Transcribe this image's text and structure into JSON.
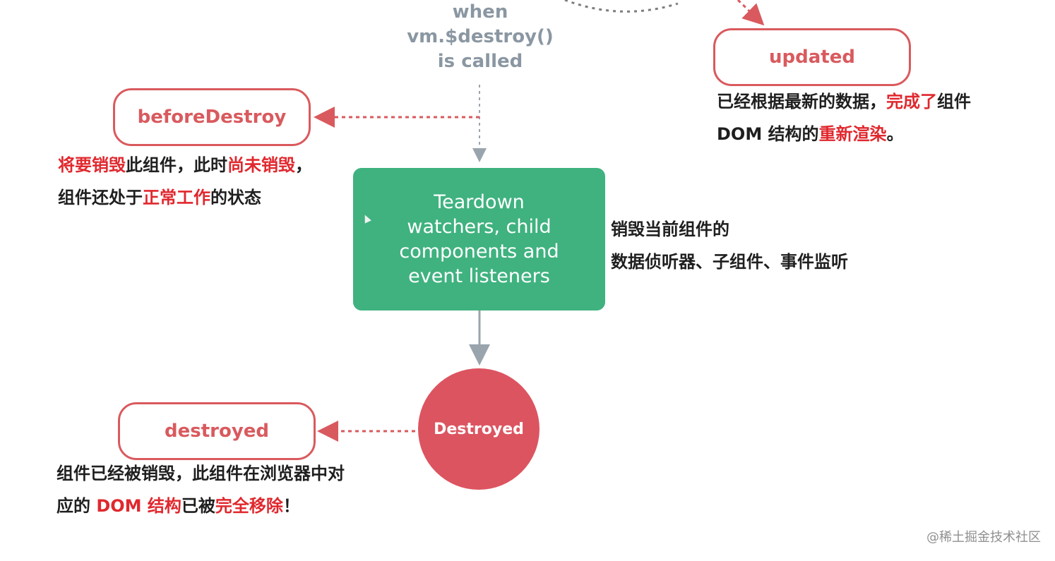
{
  "trigger": {
    "line1": "when",
    "line2": "vm.$destroy()",
    "line3": "is called"
  },
  "hooks": {
    "updated": "updated",
    "beforeDestroy": "beforeDestroy",
    "destroyed": "destroyed"
  },
  "notes": {
    "updated": {
      "l1a": "已经根据最新的数据，",
      "l1b": "完成了",
      "l1c": "组件",
      "l2a": "DOM 结构的",
      "l2b": "重新渲染",
      "l2c": "。"
    },
    "beforeDestroy": {
      "l1a": "将要销毁",
      "l1b": "此组件，此时",
      "l1c": "尚未销毁",
      "l1d": "，",
      "l2a": "组件还处于",
      "l2b": "正常工作",
      "l2c": "的状态"
    },
    "teardown": {
      "l1": "销毁当前组件的",
      "l2": "数据侦听器、子组件、事件监听"
    },
    "destroyed": {
      "l1": "组件已经被销毁，此组件在浏览器中对",
      "l2a": "应的 ",
      "l2b": "DOM 结构",
      "l2c": "已被",
      "l2d": "完全移除",
      "l2e": "！"
    }
  },
  "teardown_box": {
    "line1": "Teardown",
    "line2": "watchers, child",
    "line3": "components and",
    "line4": "event listeners"
  },
  "destroyed_state": "Destroyed",
  "watermark": "@稀土掘金技术社区",
  "colors": {
    "hook_red": "#d95a5e",
    "highlight_red": "#e0282e",
    "teardown_green": "#3fb27f",
    "destroyed_red": "#dc5460",
    "trigger_gray": "#8a97a2",
    "arrow_gray": "#9aa4ad"
  }
}
